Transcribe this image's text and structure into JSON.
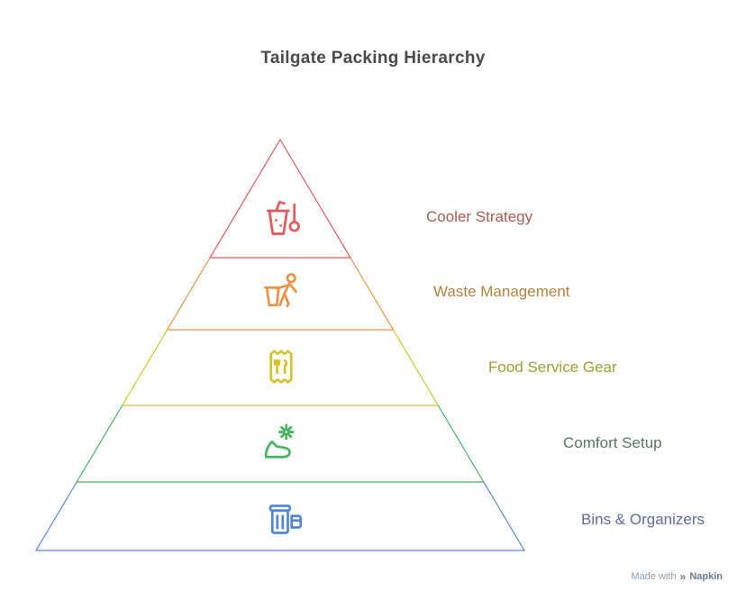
{
  "title": "Tailgate Packing Hierarchy",
  "levels": [
    {
      "label": "Cooler Strategy",
      "color": "#e0595b",
      "label_color": "#ab5a52",
      "icon": "thermometer-drink-icon"
    },
    {
      "label": "Waste Management",
      "color": "#e89245",
      "label_color": "#b3813f",
      "icon": "person-trash-icon"
    },
    {
      "label": "Food Service Gear",
      "color": "#d3c22f",
      "label_color": "#a09d33",
      "icon": "receipt-utensils-icon"
    },
    {
      "label": "Comfort Setup",
      "color": "#47b35e",
      "label_color": "#54795c",
      "icon": "gear-slipper-icon"
    },
    {
      "label": "Bins & Organizers",
      "color": "#5186d7",
      "label_color": "#5f6b9b",
      "icon": "storage-bin-icon"
    }
  ],
  "footer": {
    "prefix": "Made with",
    "logo_glyph": "»",
    "brand": "Napkin"
  }
}
